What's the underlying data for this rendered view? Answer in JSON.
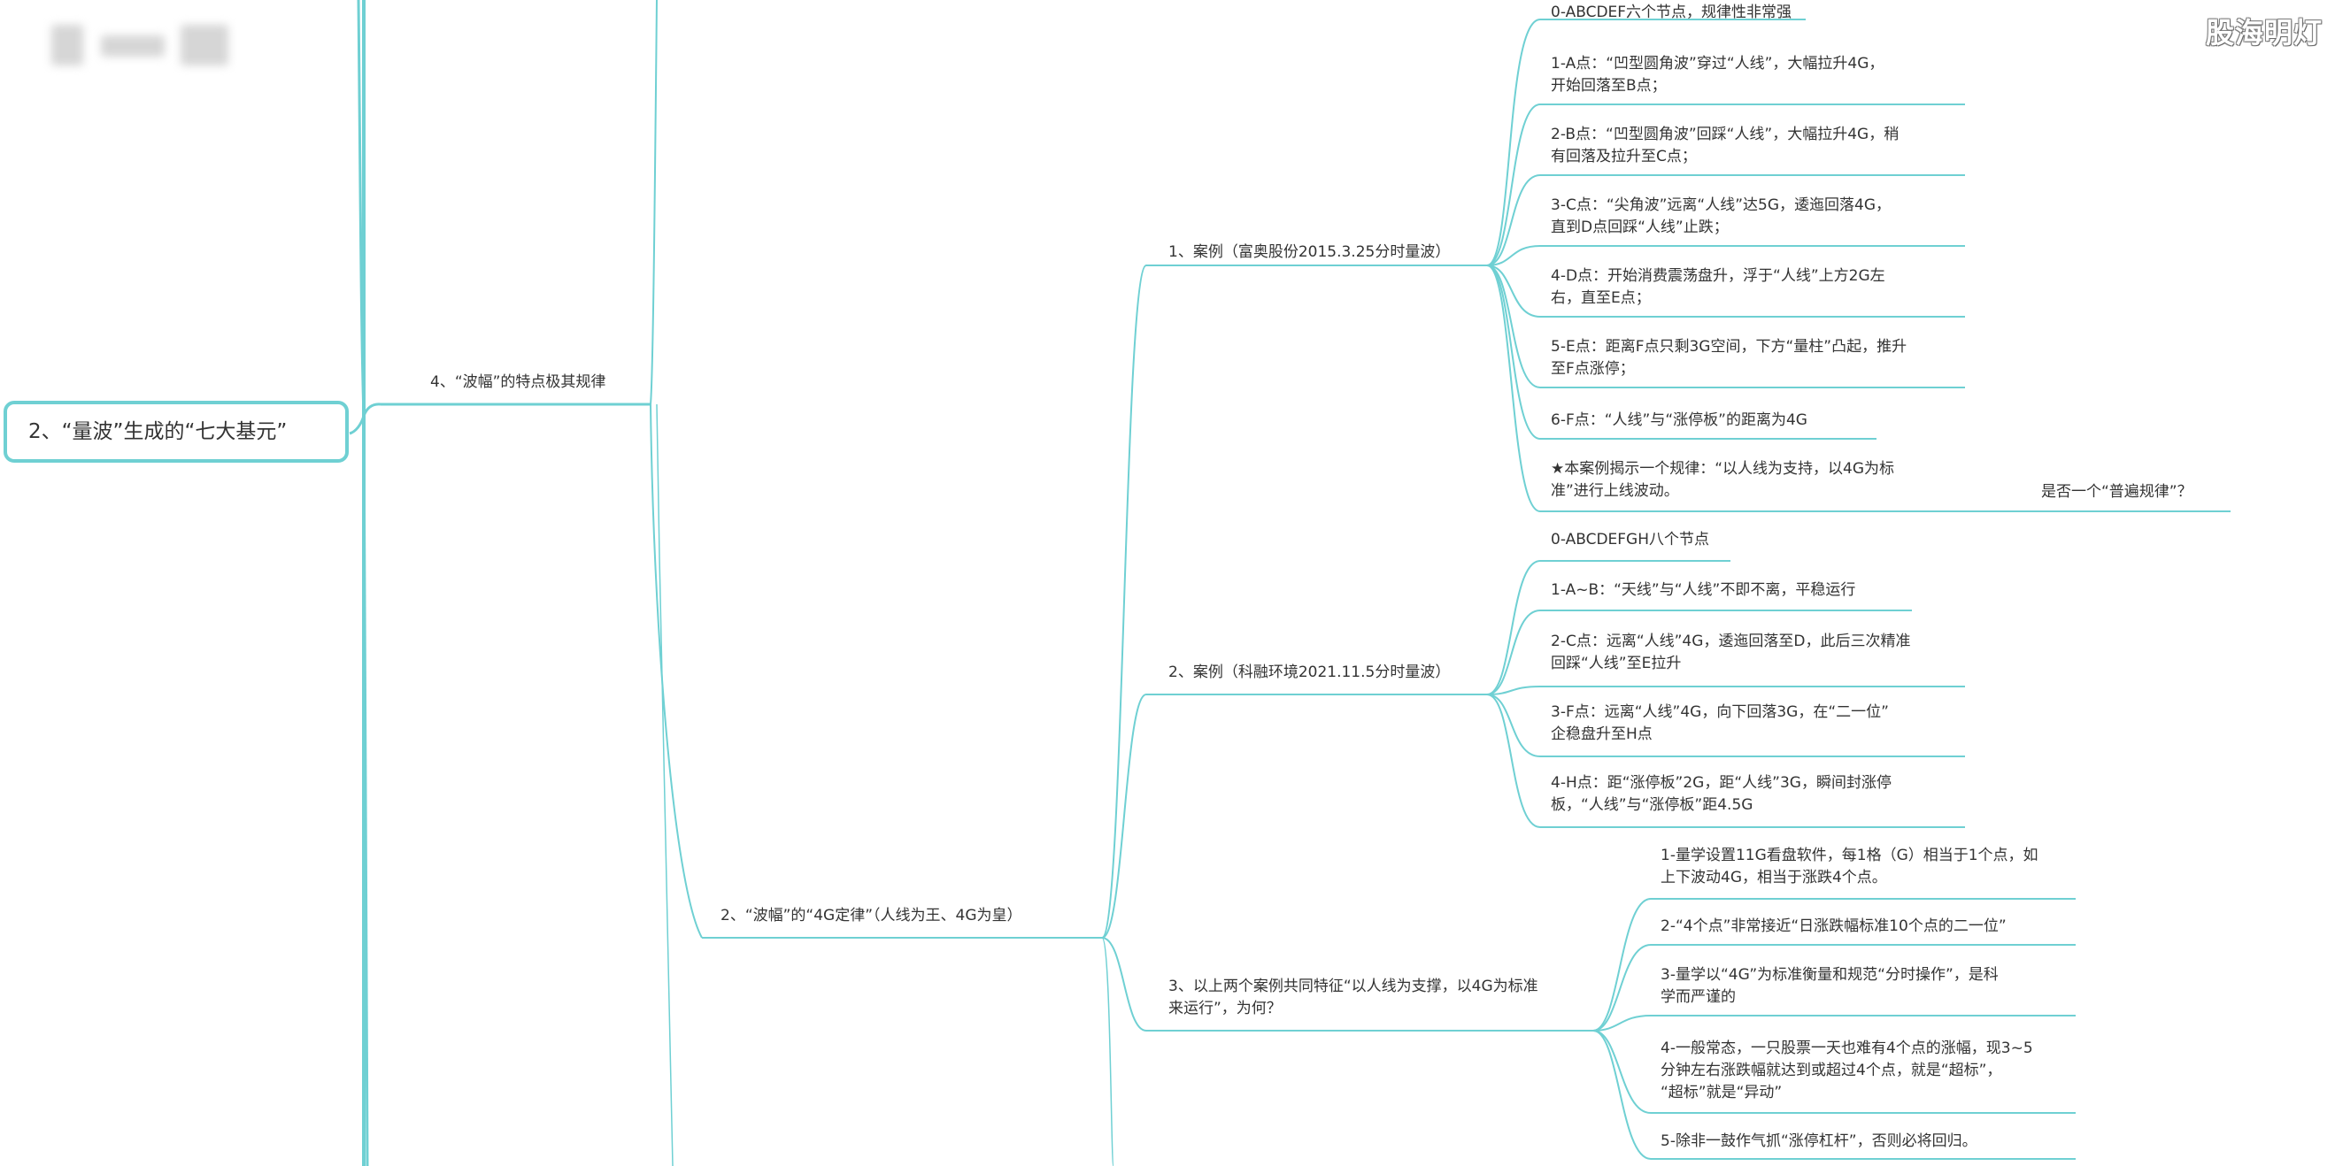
{
  "watermark": "股海明灯",
  "root": {
    "label": "2、“量波”生成的“七大基元”"
  },
  "branch_4": {
    "label": "4、“波幅”的特点极其规律"
  },
  "branch_2": {
    "label": "2、“波幅”的“4G定律”（人线为王、4G为皇）"
  },
  "case1": {
    "label": "1、案例（富奥股份2015.3.25分时量波）",
    "items": [
      [
        "0-ABCDEF六个节点，规律性非常强"
      ],
      [
        "1-A点：“凹型圆角波”穿过“人线”，大幅拉升4G，",
        "开始回落至B点；"
      ],
      [
        "2-B点：“凹型圆角波”回踩“人线”，大幅拉升4G，稍",
        "有回落及拉升至C点；"
      ],
      [
        "3-C点：“尖角波”远离“人线”达5G，逶迤回落4G，",
        "直到D点回踩“人线”止跌；"
      ],
      [
        "4-D点：开始消费震荡盘升，浮于“人线”上方2G左",
        "右，直至E点；"
      ],
      [
        "5-E点：距离F点只剩3G空间，下方“量柱”凸起，推升",
        "至F点涨停；"
      ],
      [
        "6-F点：“人线”与“涨停板”的距离为4G"
      ],
      [
        "★本案例揭示一个规律：“以人线为支持，以4G为标",
        "准”进行上线波动。"
      ]
    ],
    "question": "是否一个“普遍规律”？"
  },
  "case2": {
    "label": "2、案例（科融环境2021.11.5分时量波）",
    "items": [
      [
        "0-ABCDEFGH八个节点"
      ],
      [
        "1-A~B：“天线”与“人线”不即不离，平稳运行"
      ],
      [
        "2-C点：远离“人线”4G，逶迤回落至D，此后三次精准",
        "回踩“人线”至E拉升"
      ],
      [
        "3-F点：远离“人线”4G，向下回落3G，在“二一位”",
        "企稳盘升至H点"
      ],
      [
        "4-H点：距“涨停板”2G，距“人线”3G，瞬间封涨停",
        "板，“人线”与“涨停板”距4.5G"
      ]
    ]
  },
  "case3": {
    "label": [
      "3、以上两个案例共同特征“以人线为支撑，以4G为标准",
      "来运行”，为何？"
    ],
    "items": [
      [
        "1-量学设置11G看盘软件，每1格（G）相当于1个点，如",
        "上下波动4G，相当于涨跌4个点。"
      ],
      [
        "2-“4个点”非常接近“日涨跌幅标准10个点的二一位”"
      ],
      [
        "3-量学以“4G”为标准衡量和规范“分时操作”，是科",
        "学而严谨的"
      ],
      [
        "4-一般常态，一只股票一天也难有4个点的涨幅，现3~5",
        "分钟左右涨跌幅就达到或超过4个点，就是“超标”，",
        "“超标”就是“异动”"
      ],
      [
        "5-除非一鼓作气抓“涨停杠杆”，否则必将回归。"
      ]
    ]
  }
}
